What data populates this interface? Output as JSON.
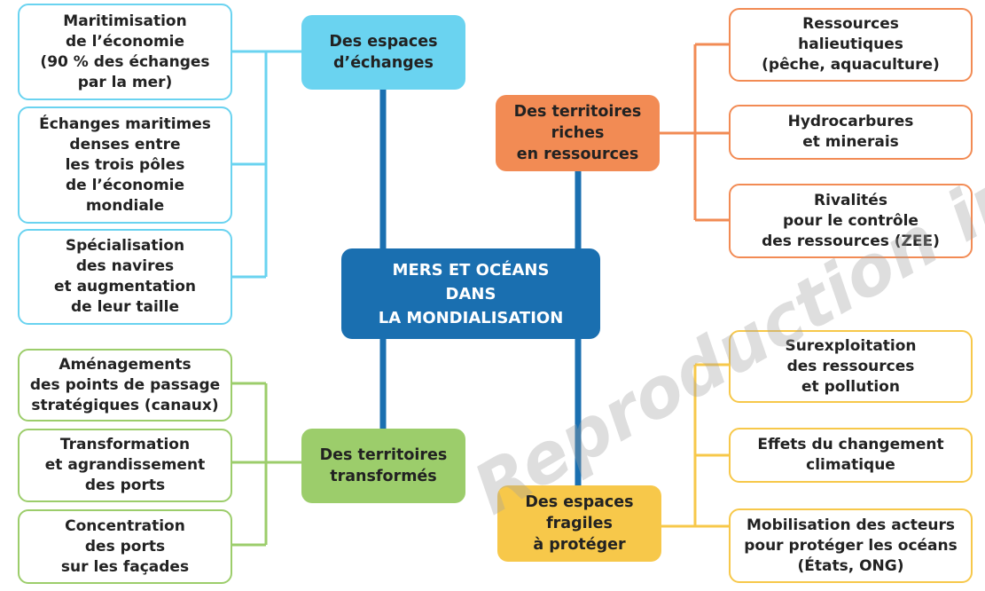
{
  "center": {
    "label": "MERS ET OCÉANS\nDANS\nLA MONDIALISATION"
  },
  "branches": {
    "echanges": {
      "label": "Des espaces\nd’échanges",
      "items": [
        "Maritimisation\nde l’économie\n(90 % des échanges\npar la mer)",
        "Échanges maritimes\ndenses entre\nles trois pôles\nde l’économie\nmondiale",
        "Spécialisation\ndes navires\net augmentation\nde leur taille"
      ]
    },
    "ressources": {
      "label": "Des territoires\nriches\nen ressources",
      "items": [
        "Ressources\nhalieutiques\n(pêche, aquaculture)",
        "Hydrocarbures\net minerais",
        "Rivalités\npour le contrôle\ndes ressources (ZEE)"
      ]
    },
    "transformes": {
      "label": "Des territoires\ntransformés",
      "items": [
        "Aménagements\ndes points de passage\nstratégiques (canaux)",
        "Transformation\net agrandissement\ndes ports",
        "Concentration\ndes ports\nsur les façades"
      ]
    },
    "fragiles": {
      "label": "Des espaces\nfragiles\nà protéger",
      "items": [
        "Surexploitation\ndes ressources\net pollution",
        "Effets du changement\nclimatique",
        "Mobilisation des acteurs\npour protéger les océans\n(États, ONG)"
      ]
    }
  },
  "colors": {
    "center": "#1a6fb0",
    "echanges": "#6ad3f0",
    "ressources": "#f28b54",
    "transformes": "#9ccd6b",
    "fragiles": "#f7c84a",
    "trunk": "#1a6fb0"
  },
  "watermark": "Reproduction interdite"
}
